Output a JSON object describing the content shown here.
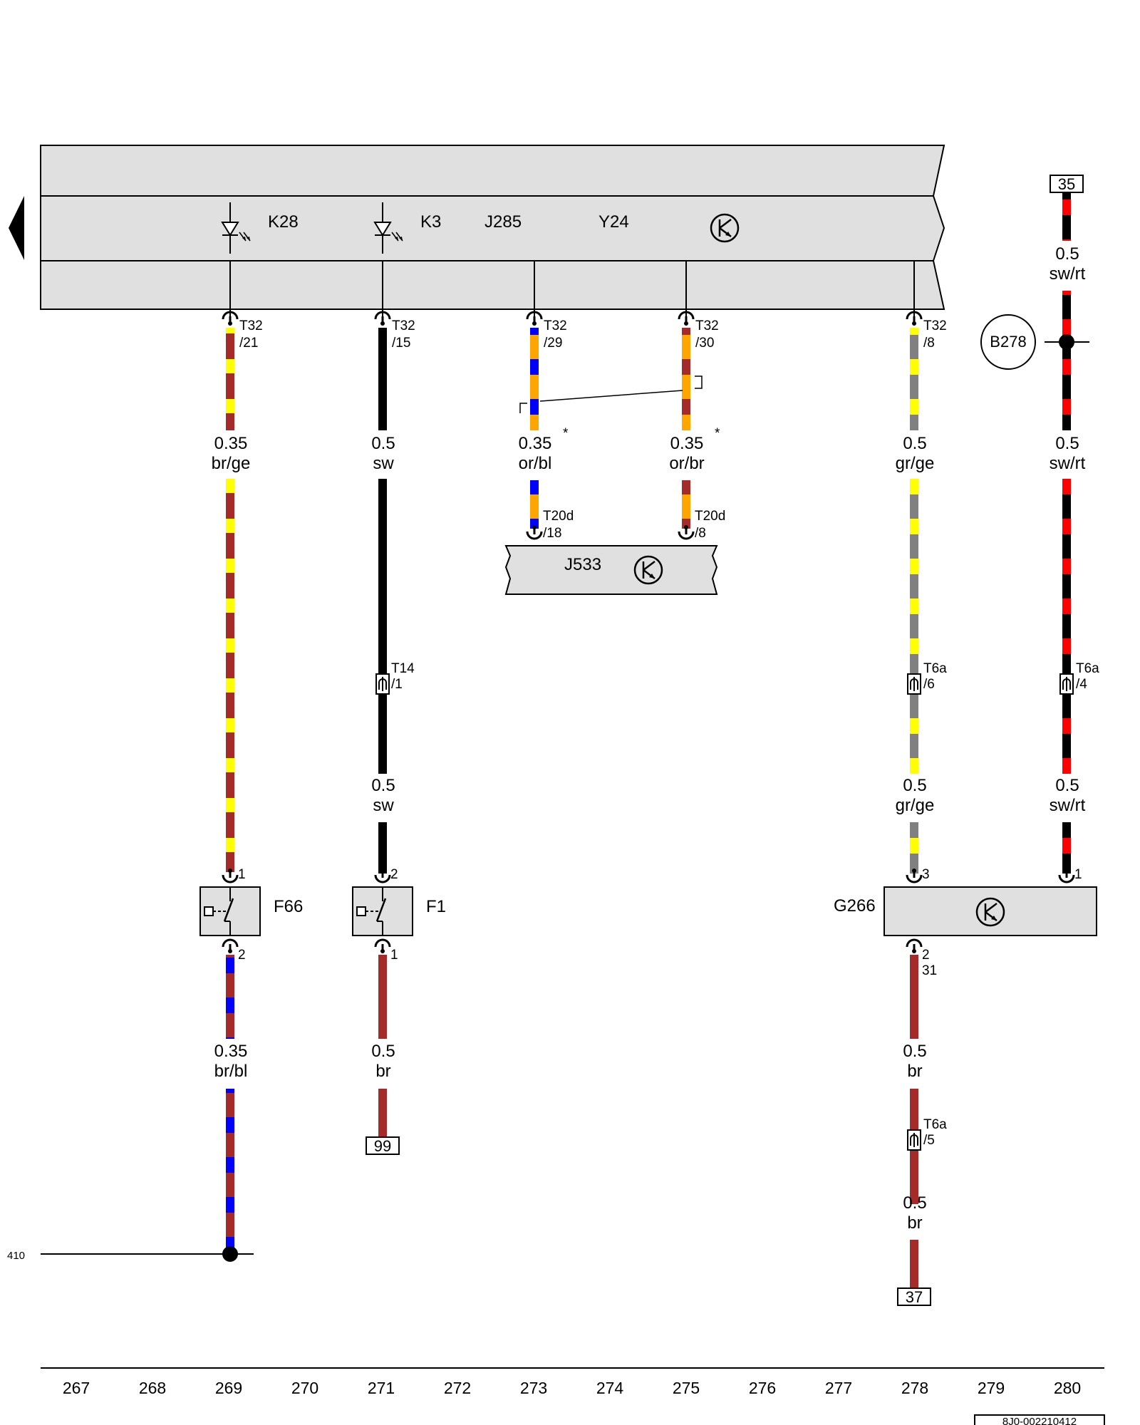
{
  "components": {
    "k28": "K28",
    "k3": "K3",
    "j285": "J285",
    "y24": "Y24",
    "j533": "J533",
    "f66": "F66",
    "f1": "F1",
    "g266": "G266",
    "b278": "B278"
  },
  "connectors": {
    "c269_top": [
      "T32",
      "/21"
    ],
    "c271_top": [
      "T32",
      "/15"
    ],
    "c273_top": [
      "T32",
      "/29"
    ],
    "c275_top": [
      "T32",
      "/30"
    ],
    "c278_top": [
      "T32",
      "/8"
    ],
    "c273_j533": [
      "T20d",
      "/18"
    ],
    "c275_j533": [
      "T20d",
      "/8"
    ],
    "c271_t14": [
      "T14",
      "/1"
    ],
    "c278_t6a_6": [
      "T6a",
      "/6"
    ],
    "c280_t6a_4": [
      "T6a",
      "/4"
    ],
    "c278_t6a_5": [
      "T6a",
      "/5"
    ]
  },
  "pins": {
    "f66_in": "1",
    "f66_out": "2",
    "f1_in": "2",
    "f1_out": "1",
    "g266_in": "3",
    "g266_supply": "1",
    "g266_out": "2",
    "g266_term": "31"
  },
  "wires": {
    "w269a": [
      "0.35",
      "br/ge"
    ],
    "w269b": [
      "0.35",
      "br/bl"
    ],
    "w271a": [
      "0.5",
      "sw"
    ],
    "w271b": [
      "0.5",
      "sw"
    ],
    "w271c": [
      "0.5",
      "br"
    ],
    "w273": [
      "0.35",
      "or/bl"
    ],
    "w275": [
      "0.35",
      "or/br"
    ],
    "w278a": [
      "0.5",
      "gr/ge"
    ],
    "w278b": [
      "0.5",
      "gr/ge"
    ],
    "w278c": [
      "0.5",
      "br"
    ],
    "w278d": [
      "0.5",
      "br"
    ],
    "w280a": [
      "0.5",
      "sw/rt"
    ],
    "w280b": [
      "0.5",
      "sw/rt"
    ],
    "w280c": [
      "0.5",
      "sw/rt"
    ]
  },
  "star_mark": "*",
  "refs": {
    "r35": "35",
    "r99": "99",
    "r37": "37",
    "r410": "410"
  },
  "columns": [
    "267",
    "268",
    "269",
    "270",
    "271",
    "272",
    "273",
    "274",
    "275",
    "276",
    "277",
    "278",
    "279",
    "280"
  ],
  "doc_id": "8J0-002210412",
  "colors": {
    "br": "#a52a2a",
    "ge": "#ffff00",
    "bl": "#0000ff",
    "or": "#ffa500",
    "gr": "#808080",
    "sw": "#000000",
    "rt": "#ff0000",
    "panel": "#e0e0e0"
  }
}
